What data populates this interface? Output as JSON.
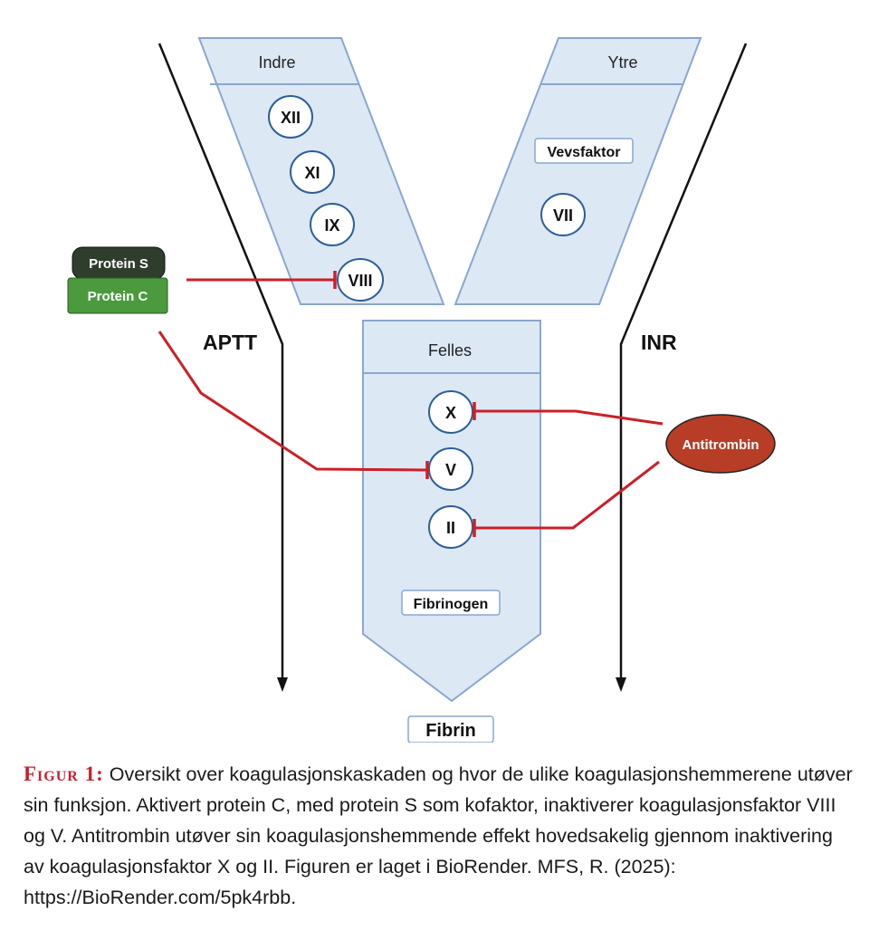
{
  "diagram": {
    "panels": {
      "intrinsic": {
        "header": "Indre",
        "factors": [
          "XII",
          "XI",
          "IX",
          "VIII"
        ]
      },
      "extrinsic": {
        "header": "Ytre",
        "tissue_factor": "Vevsfaktor",
        "factors": [
          "VII"
        ]
      },
      "common": {
        "header": "Felles",
        "factors": [
          "X",
          "V",
          "II"
        ],
        "fibrinogen": "Fibrinogen"
      }
    },
    "aptt_label": "APTT",
    "inr_label": "INR",
    "protein_s": "Protein S",
    "protein_c": "Protein C",
    "antithrombin": "Antitrombin",
    "fibrin": "Fibrin",
    "colors": {
      "panel_fill": "#dde8f5",
      "panel_stroke": "#8aa7cd",
      "factor_stroke": "#2d5e9c",
      "inhibition_line": "#cc1f28",
      "protein_c_fill": "#4b9a3e",
      "protein_s_fill": "#2e3d2c",
      "antithrombin_fill": "#b83d26"
    }
  },
  "caption": {
    "label": "Figur 1:",
    "text": "Oversikt over koagulasjonskaskaden og hvor de ulike koagulasjonshemmerene utøver sin funksjon. Aktivert protein C, med protein S som kofaktor, inaktiverer koagulasjonsfaktor VIII og V. Antitrombin utøver sin koagulasjonshemmende effekt hovedsakelig gjennom inaktivering av koagulasjonsfaktor X og II. Figuren er laget i BioRender. MFS, R. (2025): https://BioRender.com/5pk4rbb."
  }
}
